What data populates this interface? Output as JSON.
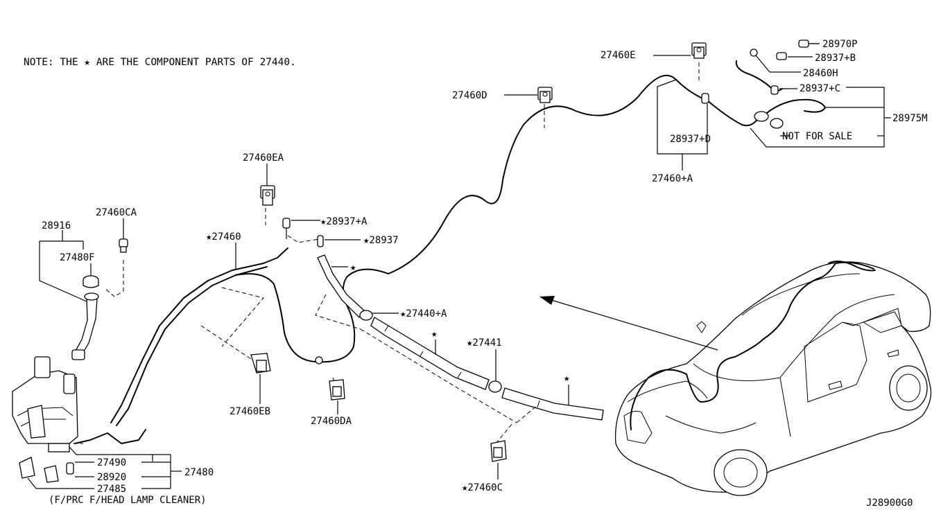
{
  "note": "NOTE: THE ★ ARE THE COMPONENT PARTS OF 27440.",
  "diagram_code": "J28900G0",
  "labels": {
    "p27460E": "27460E",
    "p28970P": "28970P",
    "p28937B": "28937+B",
    "p28460H": "28460H",
    "p28937C": "28937+C",
    "p28975M": "28975M",
    "not_for_sale": "NOT FOR SALE",
    "p28937D": "28937+D",
    "p27460A": "27460+A",
    "p27460D": "27460D",
    "p27460EA": "27460EA",
    "p28937A": "★28937+A",
    "p28937": "★28937",
    "p27460": "★27460",
    "p27460CA": "27460CA",
    "p28916": "28916",
    "p27480F": "27480F",
    "star1": "★",
    "p27440A": "★27440+A",
    "star2": "★",
    "p27441": "★27441",
    "star3": "★",
    "p27460EB": "27460EB",
    "p27460DA": "27460DA",
    "p27490": "27490",
    "p28920": "28920",
    "p27480": "27480",
    "p27485": "27485",
    "head_lamp_note": "(F/PRC F/HEAD LAMP CLEANER)",
    "p27460C": "★27460C"
  }
}
